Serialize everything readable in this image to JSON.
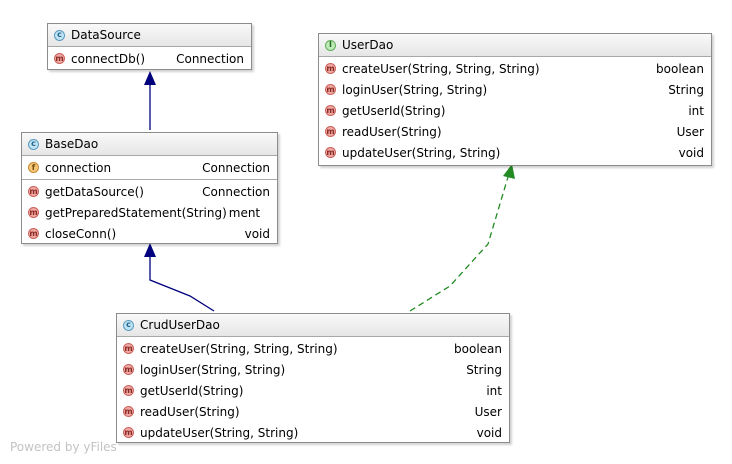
{
  "nodes": {
    "datasource": {
      "name": "DataSource",
      "methods": [
        {
          "name": "connectDb()",
          "type": "Connection"
        }
      ]
    },
    "basedao": {
      "name": "BaseDao",
      "fields": [
        {
          "name": "connection",
          "type": "Connection"
        }
      ],
      "methods": [
        {
          "name": "getDataSource()",
          "type": "Connection"
        },
        {
          "name": "getPreparedStatement(String)",
          "type": "ment"
        },
        {
          "name": "closeConn()",
          "type": "void"
        }
      ]
    },
    "userdao": {
      "name": "UserDao",
      "methods": [
        {
          "name": "createUser(String, String, String)",
          "type": "boolean"
        },
        {
          "name": "loginUser(String, String)",
          "type": "String"
        },
        {
          "name": "getUserId(String)",
          "type": "int"
        },
        {
          "name": "readUser(String)",
          "type": "User"
        },
        {
          "name": "updateUser(String, String)",
          "type": "void"
        }
      ]
    },
    "cruduserdao": {
      "name": "CrudUserDao",
      "methods": [
        {
          "name": "createUser(String, String, String)",
          "type": "boolean"
        },
        {
          "name": "loginUser(String, String)",
          "type": "String"
        },
        {
          "name": "getUserId(String)",
          "type": "int"
        },
        {
          "name": "readUser(String)",
          "type": "User"
        },
        {
          "name": "updateUser(String, String)",
          "type": "void"
        }
      ]
    }
  },
  "badges": {
    "method": "m",
    "field": "f",
    "class": "c",
    "interface": "I"
  },
  "colors": {
    "inheritance_edge": "#00007f",
    "implements_edge": "#228b22",
    "node_border": "#8c8c8c",
    "footer_text": "#c3c3c3"
  },
  "footer": {
    "text": "Powered by yFiles"
  }
}
